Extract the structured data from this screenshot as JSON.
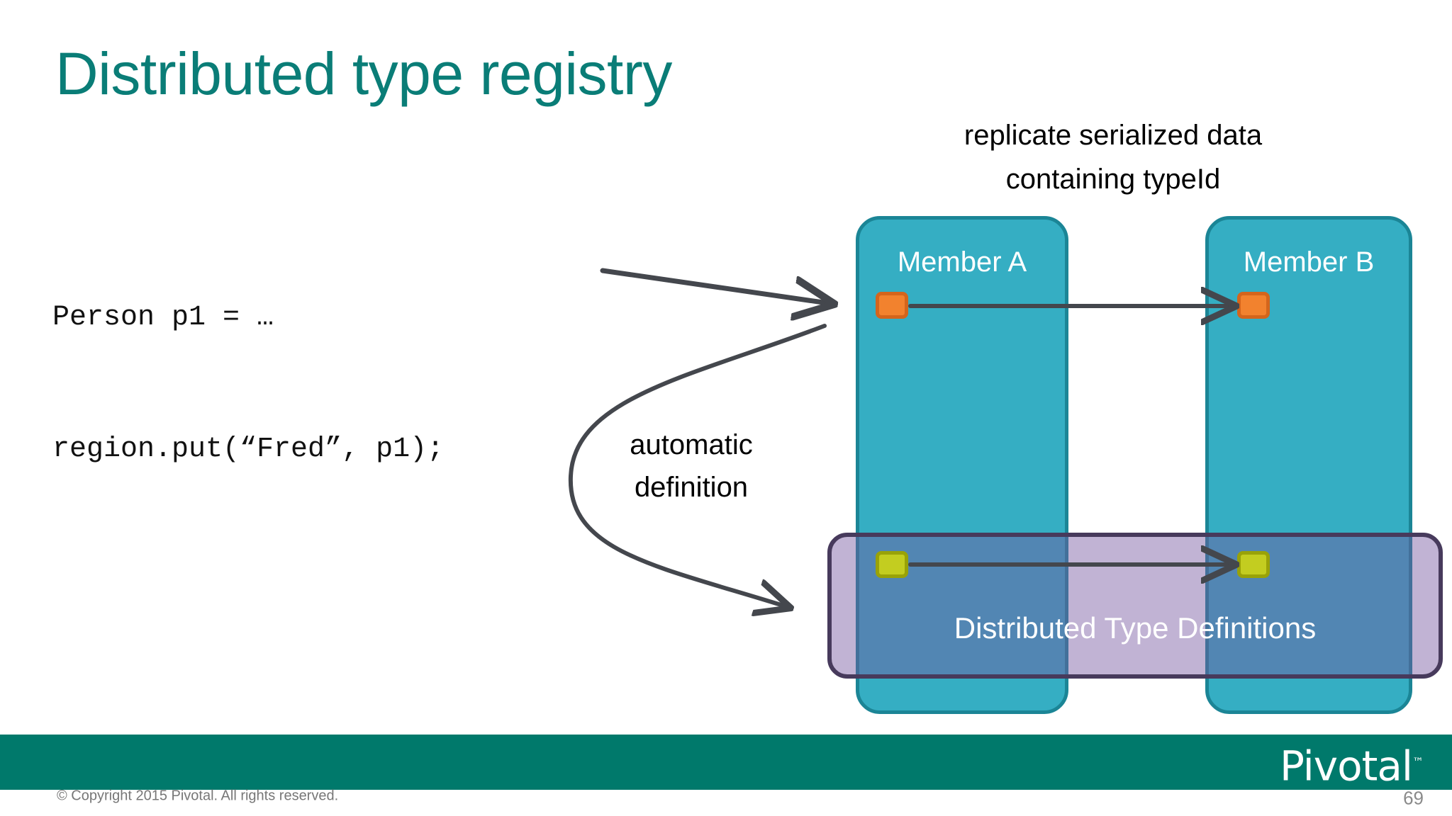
{
  "slide": {
    "title": "Distributed type registry",
    "title_color": "#0a7d77",
    "background": "#ffffff"
  },
  "code": {
    "line1": "Person p1 = …",
    "line2": "region.put(“Fred”, p1);"
  },
  "captions": {
    "replicate_line1": "replicate serialized data",
    "replicate_line2": "containing typeId",
    "automatic_line1": "automatic",
    "automatic_line2": "definition"
  },
  "diagram": {
    "member_a_label": "Member A",
    "member_b_label": "Member B",
    "type_definitions_label": "Distributed Type Definitions",
    "member_fill": "#35aec3",
    "member_border": "#1b8596",
    "band_fill": "rgba(118,86,160,0.45)",
    "band_border": "#473a5c",
    "serialized_square_fill": "#f2822e",
    "serialized_square_border": "#d4651c",
    "typedef_square_fill": "#c3cd20",
    "typedef_square_border": "#99a208",
    "arrow_color": "#44474d"
  },
  "footer": {
    "brand": "Pivotal",
    "brand_tm": "™",
    "copyright": "© Copyright 2015 Pivotal. All rights reserved.",
    "page_number": "69",
    "bar_color": "#00796b"
  }
}
